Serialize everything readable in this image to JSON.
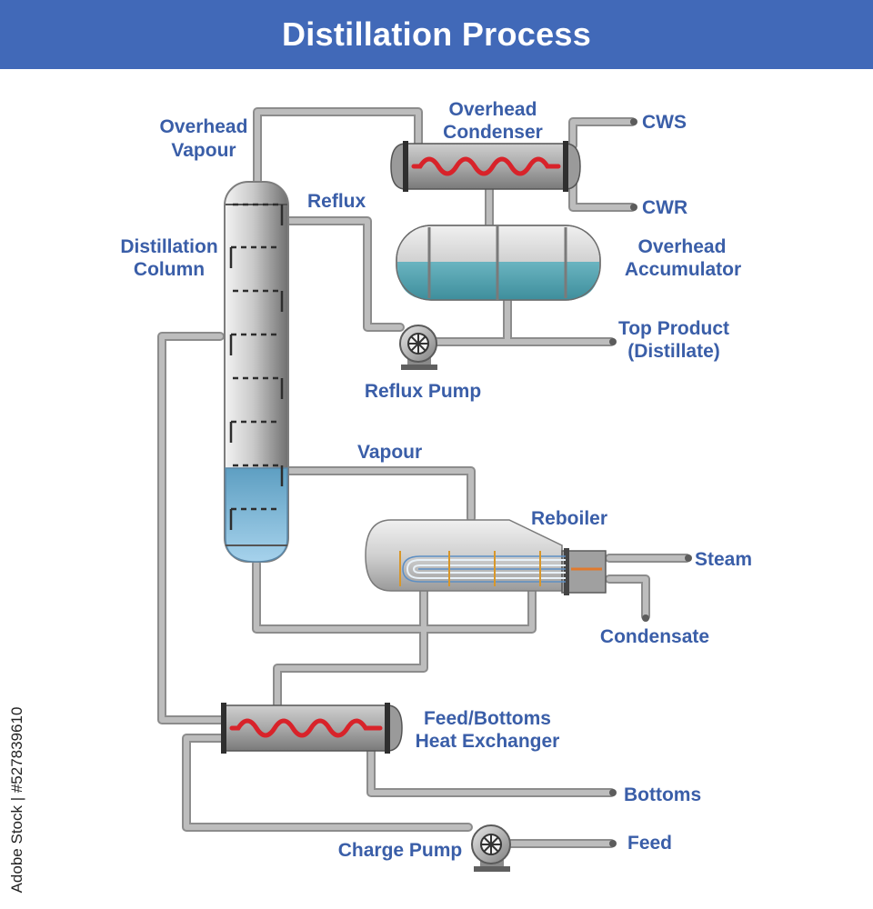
{
  "title": "Distillation Process",
  "colors": {
    "header": "#4169b8",
    "label": "#3a5ea8",
    "pipe": "#a9a9a9",
    "coil": "#d8232a",
    "liquid": "#5aa7b4"
  },
  "labels": {
    "overhead_vapour": [
      "Overhead",
      "Vapour"
    ],
    "overhead_condenser": [
      "Overhead",
      "Condenser"
    ],
    "cws": "CWS",
    "cwr": "CWR",
    "reflux": "Reflux",
    "distillation_column": [
      "Distillation",
      "Column"
    ],
    "overhead_accumulator": [
      "Overhead",
      "Accumulator"
    ],
    "top_product": [
      "Top Product",
      "(Distillate)"
    ],
    "reflux_pump": "Reflux Pump",
    "vapour": "Vapour",
    "reboiler": "Reboiler",
    "steam": "Steam",
    "condensate": "Condensate",
    "feed_bottoms_hx": [
      "Feed/Bottoms",
      "Heat Exchanger"
    ],
    "bottoms": "Bottoms",
    "charge_pump": "Charge Pump",
    "feed": "Feed"
  },
  "side_watermark": "Adobe Stock | #527839610"
}
